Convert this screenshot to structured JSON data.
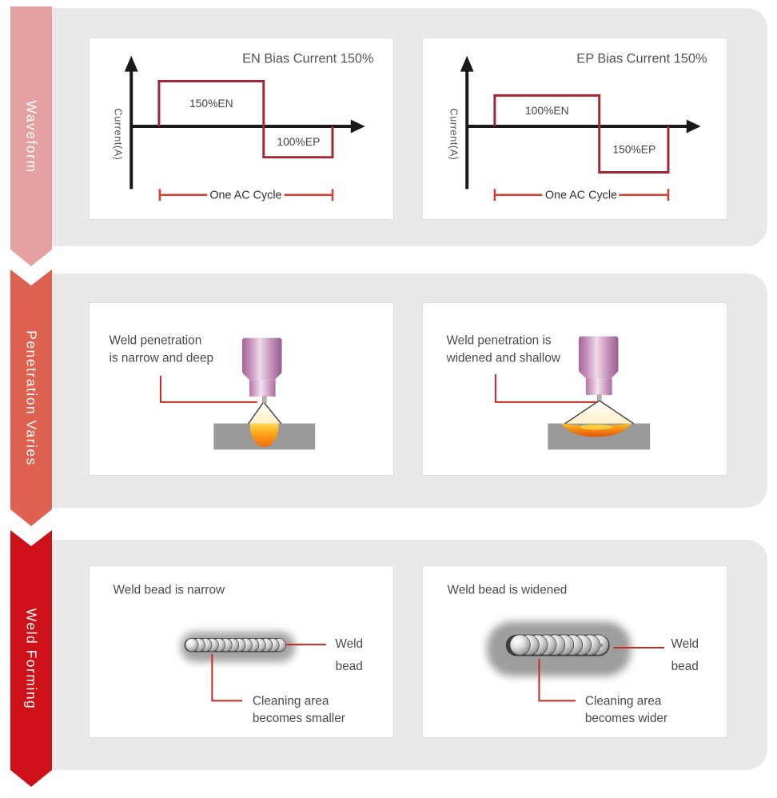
{
  "palette": {
    "banner_waveform": "#E5A1A2",
    "banner_penetration": "#DF614F",
    "banner_weld_forming": "#CE1118",
    "section_background": "#E9E9E9",
    "panel_border": "#DEDEDE",
    "axis_black": "#1A1A1A",
    "waveform_line": "#A32536",
    "cycle_bracket": "#D5412D",
    "leader_red": "#C8281E",
    "plate_gray": "#9A9A9A",
    "text_gray": "#4A4A4A"
  },
  "sections": {
    "waveform": {
      "banner": "Waveform",
      "left": {
        "title": "EN Bias Current 150%",
        "axis_label": "Current(A)",
        "pos_label": "150%EN",
        "neg_label": "100%EP",
        "cycle_label": "One AC Cycle"
      },
      "right": {
        "title": "EP Bias Current 150%",
        "axis_label": "Current(A)",
        "pos_label": "100%EN",
        "neg_label": "150%EP",
        "cycle_label": "One AC Cycle"
      }
    },
    "penetration": {
      "banner": "Penetration Varies",
      "left": {
        "caption_line1": "Weld penetration",
        "caption_line2": "is narrow and deep"
      },
      "right": {
        "caption_line1": "Weld penetration is",
        "caption_line2": "widened and shallow"
      }
    },
    "weld_forming": {
      "banner": "Weld Forming",
      "left": {
        "caption": "Weld bead is narrow",
        "bead_label_line1": "Weld",
        "bead_label_line2": "bead",
        "cleaning_line1": "Cleaning area",
        "cleaning_line2": "becomes smaller"
      },
      "right": {
        "caption": "Weld bead is widened",
        "bead_label_line1": "Weld",
        "bead_label_line2": "bead",
        "cleaning_line1": "Cleaning area",
        "cleaning_line2": "becomes wider"
      }
    }
  }
}
